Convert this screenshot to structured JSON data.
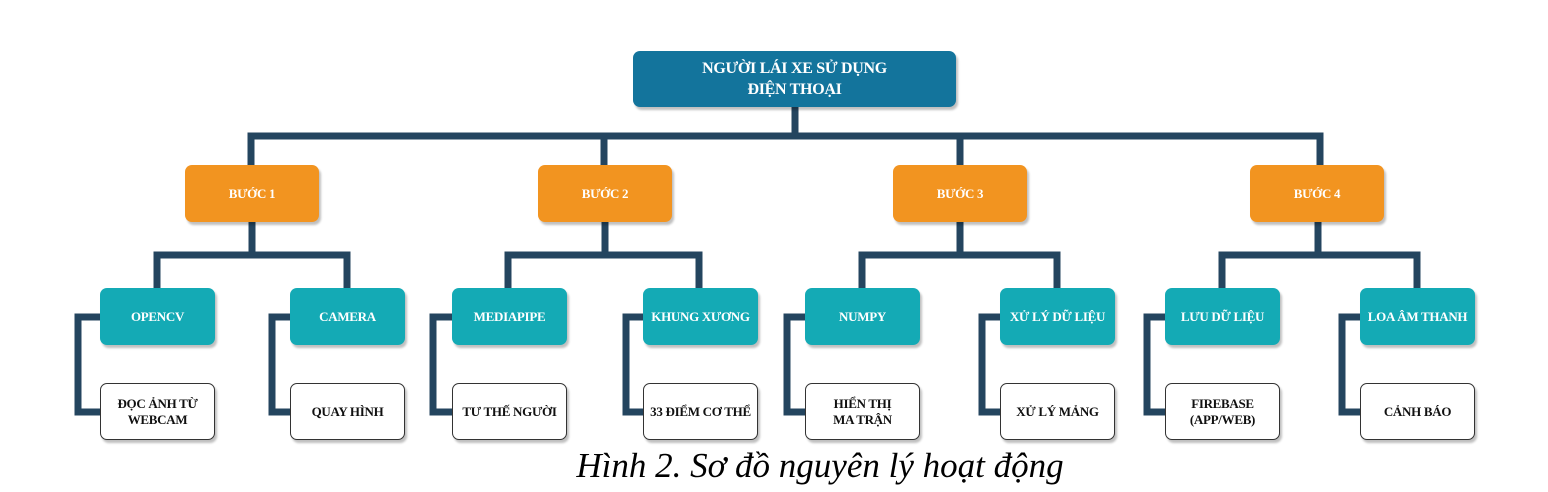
{
  "root": {
    "line1": "NGƯỜI LÁI XE SỬ DỤNG",
    "line2": "ĐIỆN THOẠI"
  },
  "steps": [
    {
      "label": "BƯỚC 1",
      "children": [
        {
          "label": "OPENCV",
          "leaf": [
            "ĐỌC ẢNH TỪ",
            "WEBCAM"
          ]
        },
        {
          "label": "CAMERA",
          "leaf": [
            "QUAY HÌNH"
          ]
        }
      ]
    },
    {
      "label": "BƯỚC 2",
      "children": [
        {
          "label": "MEDIAPIPE",
          "leaf": [
            "TƯ THẾ NGƯỜI"
          ]
        },
        {
          "label": "KHUNG XƯƠNG",
          "leaf": [
            "33 ĐIỂM CƠ THỂ"
          ]
        }
      ]
    },
    {
      "label": "BƯỚC 3",
      "children": [
        {
          "label": "NUMPY",
          "leaf": [
            "HIỂN THỊ",
            "MA TRẬN"
          ]
        },
        {
          "label": "XỬ LÝ DỮ LIỆU",
          "leaf": [
            "XỬ LÝ MẢNG"
          ]
        }
      ]
    },
    {
      "label": "BƯỚC 4",
      "children": [
        {
          "label": "LƯU DỮ LIỆU",
          "leaf": [
            "FIREBASE",
            "(APP/WEB)"
          ]
        },
        {
          "label": "LOA ÂM THANH",
          "leaf": [
            "CẢNH BÁO"
          ]
        }
      ]
    }
  ],
  "caption": "Hình 2. Sơ đồ nguyên lý hoạt động",
  "colors": {
    "root": "#13749c",
    "step": "#f29420",
    "tool": "#14aab5",
    "connector": "#24455f"
  }
}
